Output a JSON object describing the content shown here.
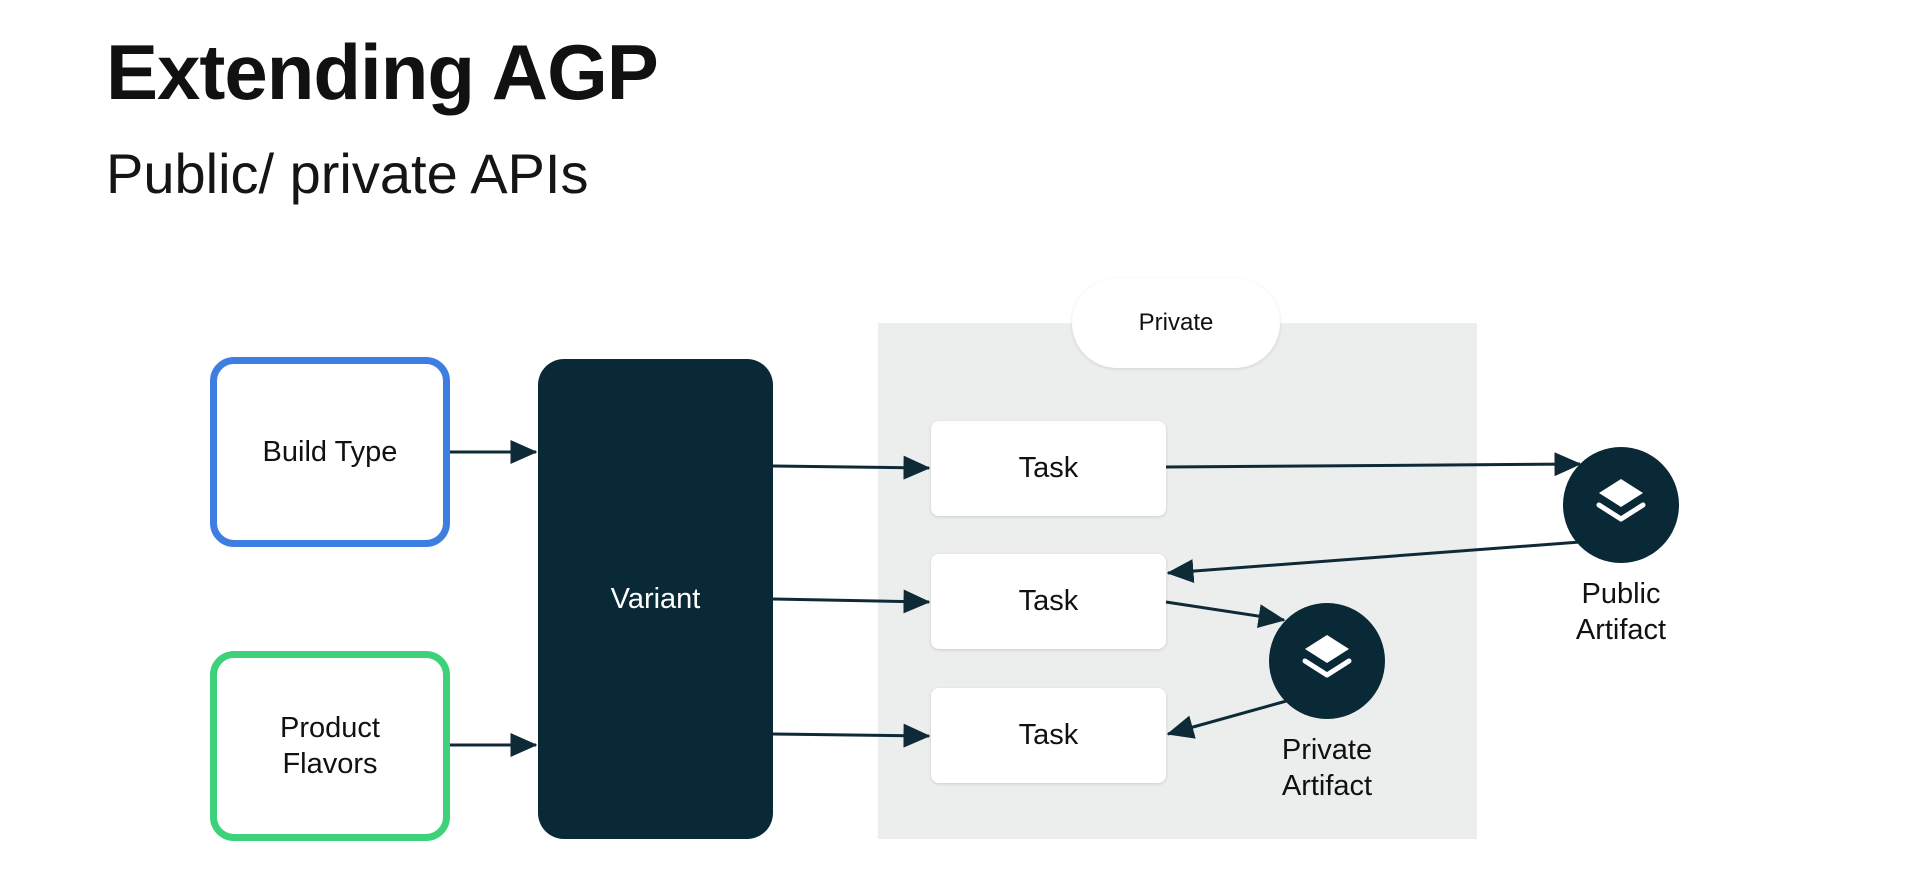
{
  "slide": {
    "title": "Extending AGP",
    "subtitle": "Public/ private APIs"
  },
  "diagram": {
    "private_zone_label": "Private",
    "inputs": {
      "build_type": "Build Type",
      "product_flavors": [
        "Product",
        "Flavors"
      ]
    },
    "variant": "Variant",
    "tasks": [
      "Task",
      "Task",
      "Task"
    ],
    "public_artifact": [
      "Public",
      "Artifact"
    ],
    "private_artifact": [
      "Private",
      "Artifact"
    ],
    "icons": {
      "artifact_icon": "layers-icon"
    },
    "colors": {
      "build_type_border": "#3f7ee1",
      "product_flavors_border": "#3dd27a",
      "variant_fill": "#0a2936",
      "private_zone_fill": "#eceeee",
      "arrow": "#0f2a37"
    }
  }
}
